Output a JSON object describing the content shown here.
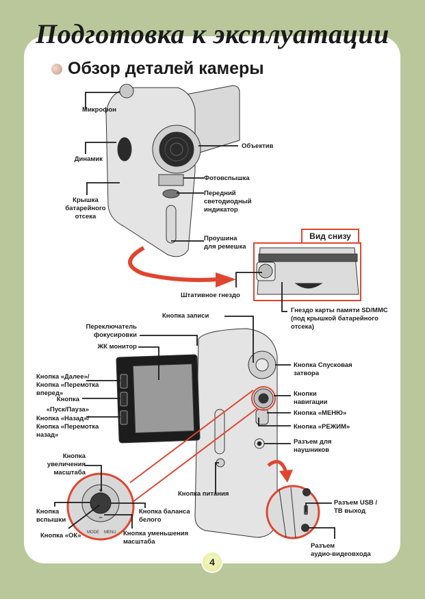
{
  "page": {
    "title": "Подготовка к эксплуатации",
    "section_title": "Обзор деталей камеры",
    "page_number": "4",
    "colors": {
      "background": "#b9c79b",
      "panel": "#ffffff",
      "accent_red": "#e0452f",
      "bullet": "#d7b2a2"
    }
  },
  "front_view": {
    "labels": {
      "microphone": "Микрофон",
      "speaker": "Динамик",
      "battery_cover": [
        "Крышка",
        "батарейного",
        "отсека"
      ],
      "lens": "Объектив",
      "flash": "Фотовспышка",
      "front_led": [
        "Передний",
        "светодиодный",
        "индикатор"
      ],
      "strap_loop": [
        "Проушина",
        "для ремешка"
      ]
    }
  },
  "bottom_view": {
    "title": "Вид снизу",
    "labels": {
      "tripod": "Штативное гнездо",
      "sd_slot": [
        "Гнездо карты памяти SD/MMC",
        "(под крышкой батарейного",
        "отсека)"
      ]
    }
  },
  "back_view": {
    "labels": {
      "record_button": "Кнопка записи",
      "focus_switch": [
        "Переключатель",
        "фокусировки"
      ],
      "lcd": "ЖК монитор",
      "next_button": [
        "Кнопка «Далее»/",
        "Кнопка «Перемотка",
        "вперед»"
      ],
      "play_pause": [
        "Кнопка",
        "«Пуск/Пауза»"
      ],
      "prev_button": [
        "Кнопка «Назад»/",
        "Кнопка «Перемотка",
        "назад»"
      ],
      "shutter": [
        "Кнопка Спусковая",
        "затвора"
      ],
      "nav_buttons": [
        "Кнопки",
        "навигации"
      ],
      "menu_button": "Кнопка «МЕНЮ»",
      "mode_button": "Кнопка «РЕЖИМ»",
      "headphone_jack": [
        "Разъем для",
        "наушников"
      ],
      "power_button": "Кнопка питания"
    }
  },
  "nav_detail": {
    "labels": {
      "zoom_in": [
        "Кнопка",
        "увеличения",
        "масштаба"
      ],
      "flash_button": [
        "Кнопка",
        "вспышки"
      ],
      "ok_button": "Кнопка «ОК»",
      "white_balance": [
        "Кнопка баланса",
        "белого"
      ],
      "zoom_out": [
        "Кнопка уменьшения",
        "масштаба"
      ],
      "mode_text": "MODE",
      "menu_text": "MENU"
    }
  },
  "side_detail": {
    "labels": {
      "usb_tv": [
        "Разъем USB /",
        "ТВ выход"
      ],
      "av_in": [
        "Разъем",
        "аудио-видеовхода"
      ]
    }
  }
}
